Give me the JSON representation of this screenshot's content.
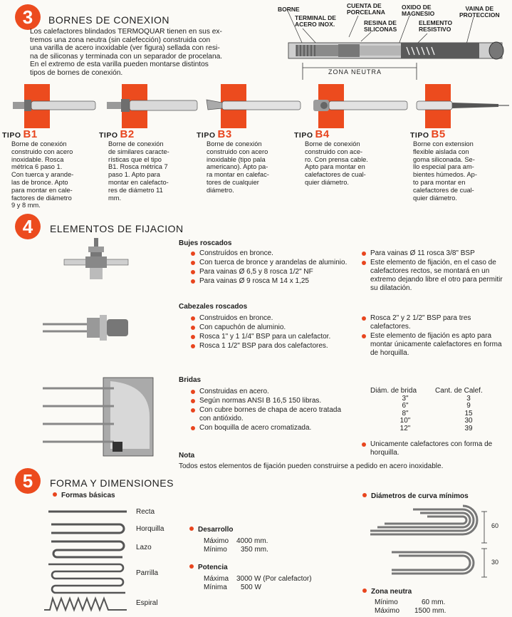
{
  "colors": {
    "accent": "#ec4b1e",
    "text": "#1e1e1e",
    "background": "#fbfaf6"
  },
  "sec3": {
    "number": "3",
    "title": "BORNES DE CONEXION",
    "intro": [
      "Los calefactores blindados TERMOQUAR tienen en sus ex-",
      "tremos una zona neutra (sin calefección) construida con",
      "una varilla de acero inoxidable (ver figura) sellada con resi-",
      "na de siliconas y terminada con un separador de procelana.",
      "En el extremo de esta varilla pueden montarse distintos",
      "tipos de bornes de conexión."
    ],
    "diagram_labels": {
      "borne": "BORNE",
      "terminal": [
        "TERMINAL DE",
        "ACERO INOX."
      ],
      "cuenta": [
        "CUENTA DE",
        "PORCELANA"
      ],
      "resina": [
        "RESINA DE",
        "SILICONAS"
      ],
      "oxido": [
        "OXIDO DE",
        "MAGNESIO"
      ],
      "elemento": [
        "ELEMENTO",
        "RESISTIVO"
      ],
      "vaina": [
        "VAINA DE",
        "PROTECCION"
      ],
      "zona": "ZONA NEUTRA"
    },
    "tipo_word": "TIPO",
    "bornes": [
      {
        "code": "B1",
        "desc": [
          "Borne de conexión",
          "construido con acero",
          "inoxidable.  Rosca",
          "métrica 6 paso 1.",
          "Con tuerca y arande-",
          "las de bronce. Apto",
          "para montar en cale-",
          "factores de diámetro",
          "9 y 8 mm."
        ]
      },
      {
        "code": "B2",
        "desc": [
          "Borne  de  conexión",
          "de similares caracte-",
          "rísticas que el tipo",
          "B1. Rosca métrica 7",
          "paso  1.  Apto para",
          "montar en calefacto-",
          "res de diámetro 11",
          "mm."
        ]
      },
      {
        "code": "B3",
        "desc": [
          "Borne de conexión",
          "construido con acero",
          "inoxidable (tipo pala",
          "americano). Apto pa-",
          "ra montar en calefac-",
          "tores   de   cualquier",
          "diámetro."
        ]
      },
      {
        "code": "B4",
        "desc": [
          "Borne de conexión",
          "construido con ace-",
          "ro. Con prensa cable.",
          "Apto para montar en",
          "calefactores de cual-",
          "quier diámetro."
        ]
      },
      {
        "code": "B5",
        "desc": [
          "Borne con extension",
          "flexible aislada con",
          "goma siliconada. Se-",
          "llo especial para am-",
          "bientes húmedos. Ap-",
          "to para montar en",
          "calefactores de cual-",
          "quier diámetro."
        ]
      }
    ]
  },
  "sec4": {
    "number": "4",
    "title": "ELEMENTOS DE FIJACION",
    "bujes": {
      "title": "Bujes roscados",
      "left": [
        "Construídos en bronce.",
        "Con tuerca de bronce y arandelas de aluminio.",
        "Para vainas Ø 6,5 y 8 rosca 1/2\" NF",
        "Para vainas Ø 9 rosca M 14 x 1,25"
      ],
      "right": [
        "Para vainas Ø 11 rosca 3/8\" BSP",
        "Este elemento de fijación, en el caso de calefactores rectos, se montará en un extremo dejando libre el otro para permitir su dilatación."
      ]
    },
    "cabezales": {
      "title": "Cabezales roscados",
      "left": [
        "Construidos en bronce.",
        "Con capuchón de aluminio.",
        "Rosca 1\" y 1 1/4\" BSP para un calefactor.",
        "Rosca 1 1/2\" BSP para dos calefactores."
      ],
      "right": [
        "Rosca 2\" y 2 1/2\" BSP para tres calefactores.",
        "Este elemento de fijación es apto para montar únicamente calefactores en forma de horquilla."
      ]
    },
    "bridas": {
      "title": "Bridas",
      "left": [
        "Construidas en acero.",
        "Según normas ANSI B 16,5 150 libras.",
        "Con cubre bornes de chapa de acero tratada con antióxido.",
        "Con boquilla de acero cromatizada."
      ],
      "table": {
        "headers": [
          "Diám. de brida",
          "Cant. de Calef."
        ],
        "rows": [
          [
            "3\"",
            "3"
          ],
          [
            "6\"",
            "9"
          ],
          [
            "8\"",
            "15"
          ],
          [
            "10\"",
            "30"
          ],
          [
            "12\"",
            "39"
          ]
        ]
      },
      "note_right": "Unicamente calefactores con forma de horquilla."
    },
    "nota_title": "Nota",
    "nota_text": "Todos estos elementos de fijación pueden construirse a pedido en acero inoxidable."
  },
  "sec5": {
    "number": "5",
    "title": "FORMA Y DIMENSIONES",
    "formas_title": "Formas básicas",
    "formas": [
      "Recta",
      "Horquilla",
      "Lazo",
      "Parrilla",
      "Espiral"
    ],
    "desarrollo": {
      "title": "Desarrollo",
      "lines": [
        [
          "Máximo",
          "4000 mm."
        ],
        [
          "Mínimo",
          "350 mm."
        ]
      ]
    },
    "potencia": {
      "title": "Potencia",
      "lines": [
        [
          "Máxima",
          "3000 W (Por calefactor)"
        ],
        [
          "Mínima",
          "500 W"
        ]
      ]
    },
    "diametros_title": "Diámetros de curva mínimos",
    "dim_labels": [
      "60",
      "30"
    ],
    "zona": {
      "title": "Zona neutra",
      "lines": [
        [
          "Mínimo",
          "60 mm."
        ],
        [
          "Máximo",
          "1500 mm."
        ]
      ]
    }
  }
}
